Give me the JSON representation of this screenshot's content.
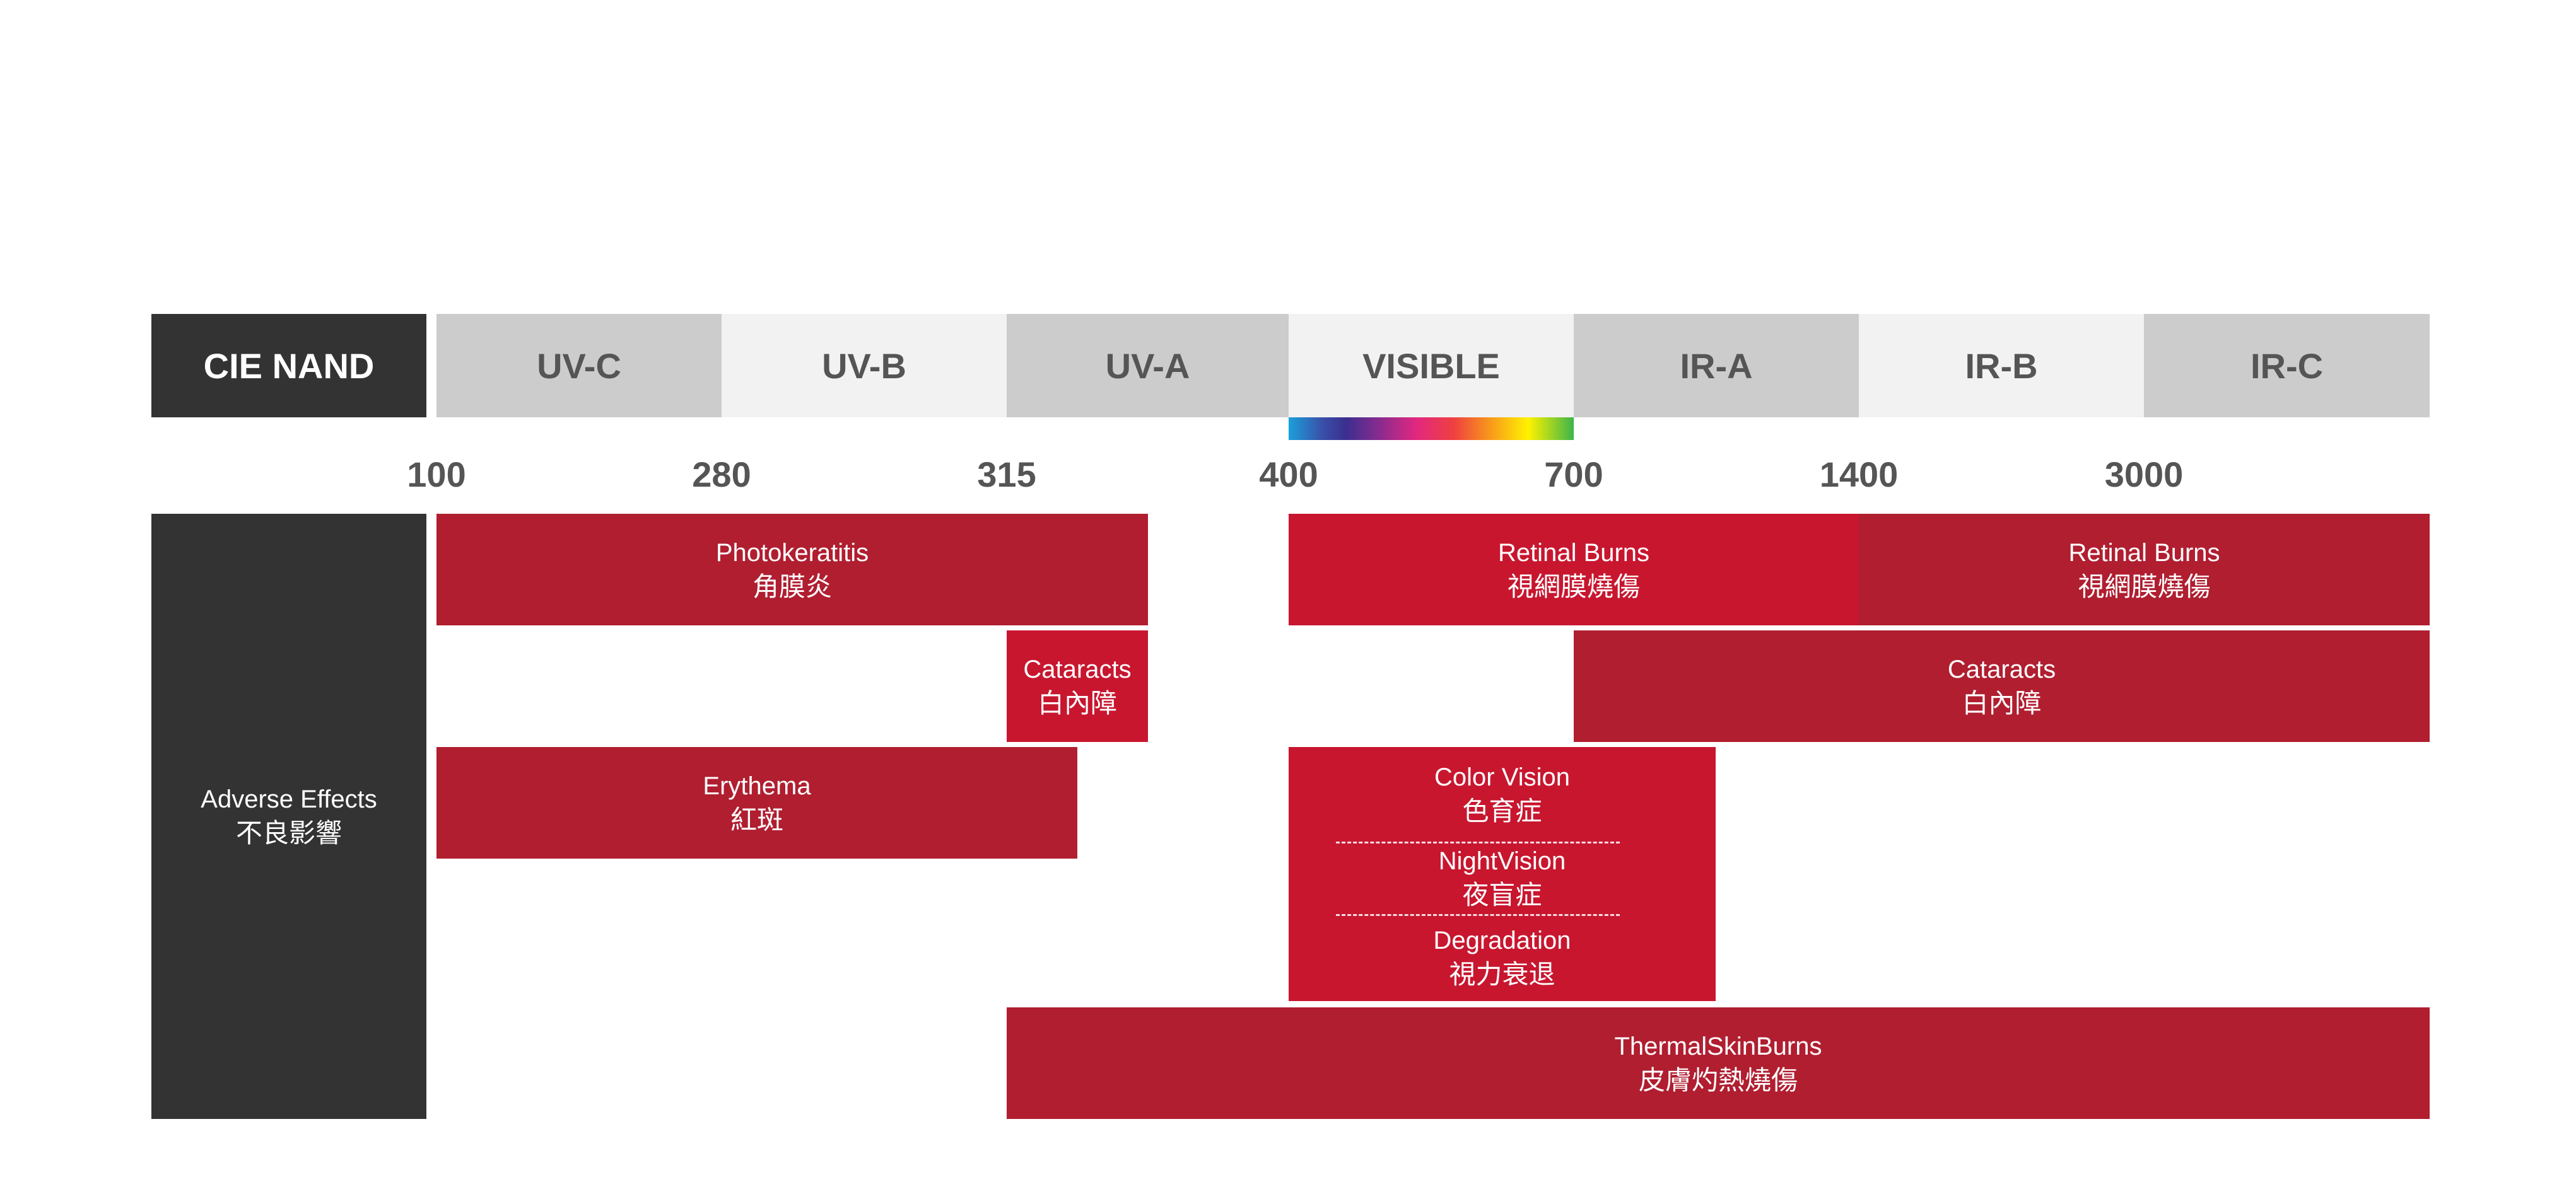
{
  "header": {
    "label": "CIE NAND",
    "bands": [
      {
        "label": "UV-C",
        "color": "#cccccc"
      },
      {
        "label": "UV-B",
        "color": "#f2f2f2"
      },
      {
        "label": "UV-A",
        "color": "#cccccc"
      },
      {
        "label": "VISIBLE",
        "color": "#f2f2f2"
      },
      {
        "label": "IR-A",
        "color": "#cccccc"
      },
      {
        "label": "IR-B",
        "color": "#f2f2f2"
      },
      {
        "label": "IR-C",
        "color": "#cccccc"
      }
    ]
  },
  "ticks": [
    "100",
    "280",
    "315",
    "400",
    "700",
    "1400",
    "3000"
  ],
  "side": {
    "label_en": "Adverse Effects",
    "label_zh": "不良影響"
  },
  "effects": {
    "photokeratitis": {
      "en": "Photokeratitis",
      "zh": "角膜炎"
    },
    "retinal_burns_visible": {
      "en": "Retinal Burns",
      "zh": "視網膜燒傷"
    },
    "retinal_burns_ir": {
      "en": "Retinal Burns",
      "zh": "視網膜燒傷"
    },
    "cataracts_uv": {
      "en": "Cataracts",
      "zh": "白內障"
    },
    "cataracts_ir": {
      "en": "Cataracts",
      "zh": "白內障"
    },
    "erythema": {
      "en": "Erythema",
      "zh": "紅斑"
    },
    "color_vision": {
      "en": "Color Vision",
      "zh": "色育症"
    },
    "night_vision": {
      "en": "NightVision",
      "zh": "夜盲症"
    },
    "degradation": {
      "en": "Degradation",
      "zh": "視力衰退"
    },
    "thermal_skin_burns": {
      "en": "ThermalSkinBurns",
      "zh": "皮膚灼熱燒傷"
    }
  },
  "colors": {
    "dark_panel": "#333333",
    "effect_dark_red": "#b01e30",
    "effect_bright_red": "#c8162f",
    "band_text": "#555555"
  }
}
